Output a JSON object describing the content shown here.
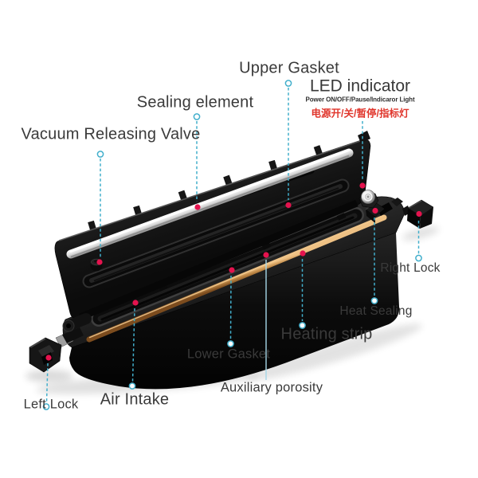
{
  "labels": {
    "upper_gasket": "Upper Gasket",
    "sealing_element": "Sealing element",
    "vacuum_releasing_valve": "Vacuum Releasing Valve",
    "led_indicator": "LED indicator",
    "led_caption_en": "Power ON/OFF/Pause/Indicaror Light",
    "led_caption_zh": "电源开/关/暂停/指标灯",
    "right_lock": "Right Lock",
    "heat_sealing": "Heat Sealing",
    "heating_strip": "Heating strip",
    "lower_gasket": "Lower Gasket",
    "auxiliary_porosity": "Auxiliary porosity",
    "air_intake": "Air Intake",
    "left_lock": "Left Lock"
  },
  "colors": {
    "background": "#ffffff",
    "leader_line": "#42afcc",
    "leader_line_solid": "#a6d7e8",
    "marker_dot": "#e4134e",
    "label_text": "#3a3a3a",
    "led_caption_zh_color": "#e0362c",
    "machine_body": "#161616",
    "sealing_bar": "#e8e8e8",
    "heating_strip": "#c08a48"
  }
}
